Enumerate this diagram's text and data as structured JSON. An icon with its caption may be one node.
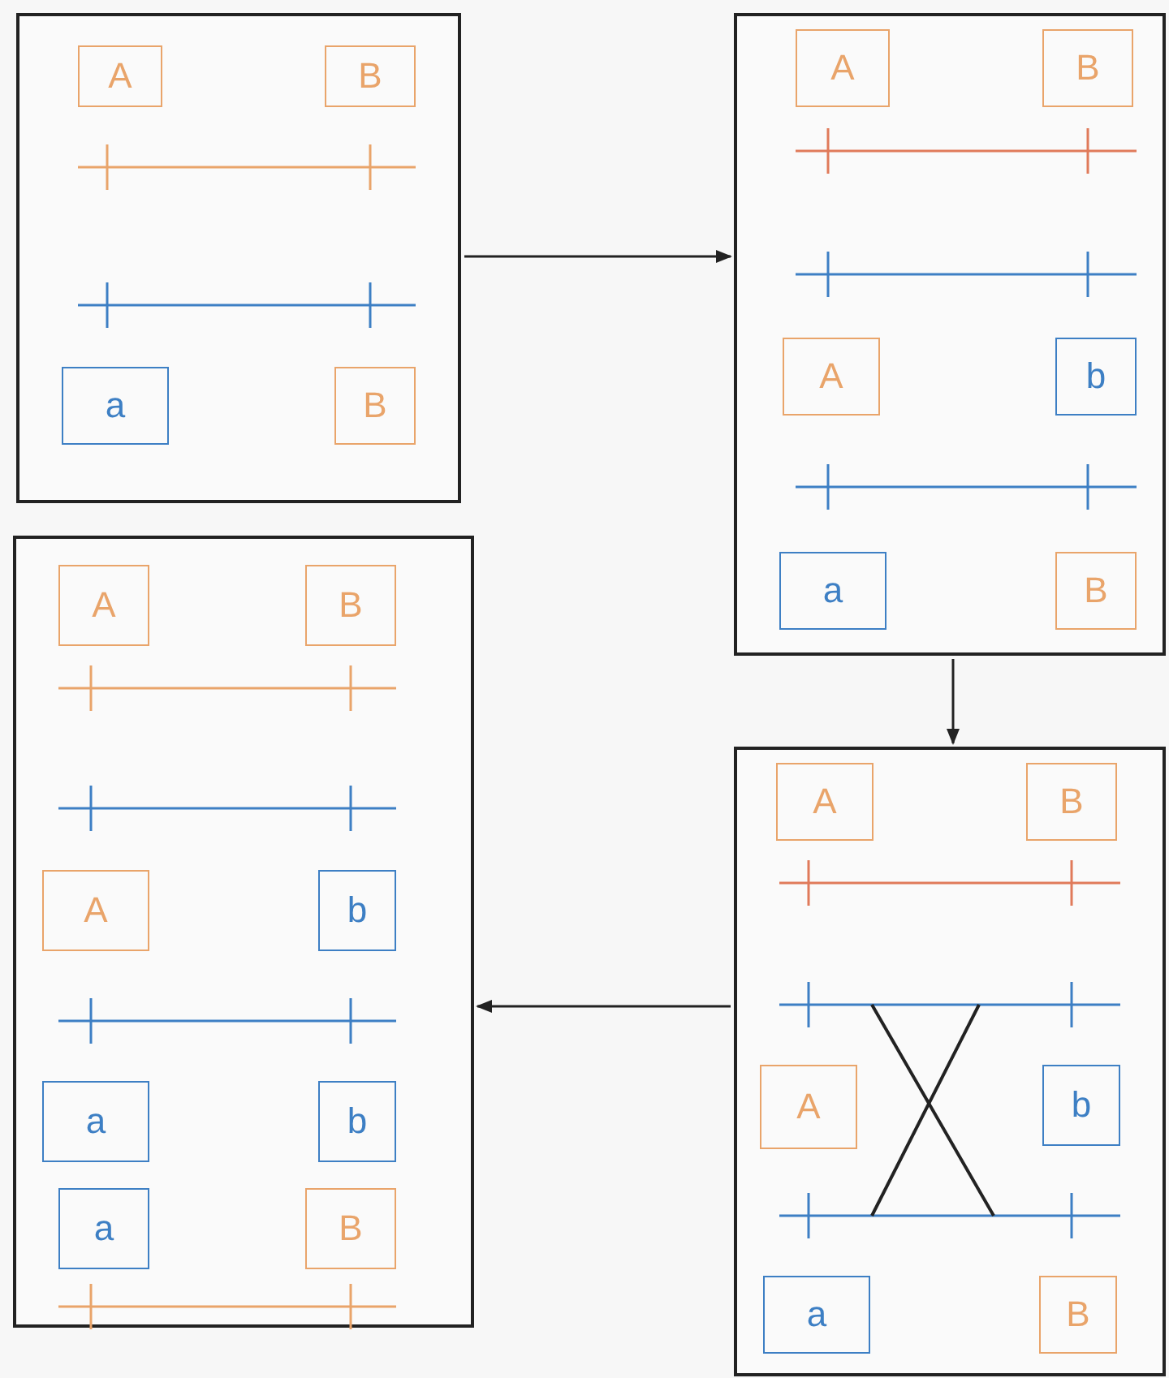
{
  "diagram": {
    "nodes": [
      {
        "text": [],
        "shape": "box"
      },
      {
        "text": [
          "A"
        ],
        "in": 0
      },
      {
        "text": [
          "B"
        ],
        "in": 0
      },
      {
        "text": [
          "a"
        ],
        "in": 0
      },
      {
        "text": [
          "B"
        ],
        "in": 0
      },
      {
        "text": [],
        "shape": "box"
      },
      {
        "text": [
          "A"
        ],
        "in": 5
      },
      {
        "text": [
          "B"
        ],
        "in": 5
      },
      {
        "text": [
          "A"
        ],
        "in": 5
      },
      {
        "text": [
          "b"
        ],
        "in": 5
      },
      {
        "text": [
          "a"
        ],
        "in": 5
      },
      {
        "text": [
          "B"
        ],
        "in": 5
      },
      {
        "text": [],
        "shape": "box"
      },
      {
        "text": [
          "A"
        ],
        "in": 12
      },
      {
        "text": [
          "B"
        ],
        "in": 12
      },
      {
        "text": [
          "A"
        ],
        "in": 12
      },
      {
        "text": [
          "b"
        ],
        "in": 12
      },
      {
        "text": [
          "a"
        ],
        "in": 12
      },
      {
        "text": [
          "B"
        ],
        "in": 12
      },
      {
        "text": [],
        "shape": "box"
      },
      {
        "text": [
          "A"
        ],
        "in": 19
      },
      {
        "text": [
          "B"
        ],
        "in": 19
      },
      {
        "text": [
          "A"
        ],
        "in": 19
      },
      {
        "text": [
          "b"
        ],
        "in": 19
      },
      {
        "text": [
          "a"
        ],
        "in": 19
      },
      {
        "text": [
          "b"
        ],
        "in": 19
      },
      {
        "text": [
          "a"
        ],
        "in": 19
      },
      {
        "text": [
          "B"
        ],
        "in": 19
      }
    ],
    "edges": [
      {
        "from": 0,
        "to": 5,
        "arrow": "to"
      },
      {
        "from": 5,
        "to": 12,
        "arrow": "to"
      },
      {
        "from": 12,
        "to": 19,
        "arrow": "to"
      }
    ]
  }
}
